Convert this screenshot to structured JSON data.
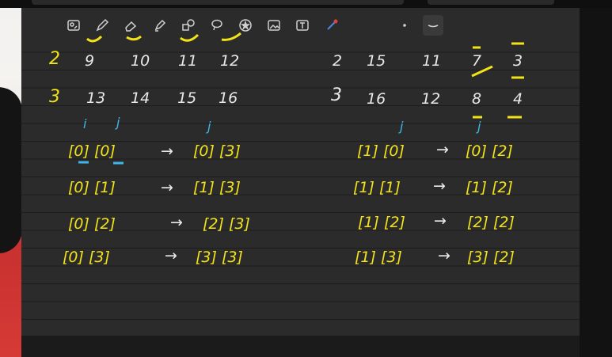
{
  "toolbar": {
    "tools": [
      {
        "name": "image-ocr-tool"
      },
      {
        "name": "pen-tool"
      },
      {
        "name": "eraser-tool"
      },
      {
        "name": "highlighter-tool"
      },
      {
        "name": "shapes-tool"
      },
      {
        "name": "lasso-tool"
      },
      {
        "name": "star-tool"
      },
      {
        "name": "image-tool"
      },
      {
        "name": "text-tool"
      },
      {
        "name": "laser-tool"
      },
      {
        "name": "dot-tool"
      },
      {
        "name": "stroke-tool"
      }
    ]
  },
  "notes": {
    "left_matrix": {
      "row2": {
        "label": "2",
        "values": [
          "9",
          "10",
          "11",
          "12"
        ]
      },
      "row3": {
        "label": "3",
        "values": [
          "13",
          "14",
          "15",
          "16"
        ]
      }
    },
    "right_matrix": {
      "row2": {
        "label": "2",
        "values": [
          "15",
          "11",
          "7",
          "3"
        ]
      },
      "row3": {
        "label": "3",
        "values": [
          "16",
          "12",
          "8",
          "4"
        ]
      }
    },
    "index_labels": {
      "left_i": "i",
      "left_j": "j",
      "left_j2": "j",
      "right_j": "j",
      "right_j2": "j"
    },
    "left_mappings": [
      {
        "from": "[0] [0]",
        "arrow": "→",
        "to": "[0] [3]"
      },
      {
        "from": "[0] [1]",
        "arrow": "→",
        "to": "[1] [3]"
      },
      {
        "from": "[0] [2]",
        "arrow": "→",
        "to": "[2] [3]"
      },
      {
        "from": "[0] [3]",
        "arrow": "→",
        "to": "[3] [3]"
      }
    ],
    "right_mappings": [
      {
        "from": "[1] [0]",
        "arrow": "→",
        "to": "[0] [2]"
      },
      {
        "from": "[1] [1]",
        "arrow": "→",
        "to": "[1] [2]"
      },
      {
        "from": "[1] [2]",
        "arrow": "→",
        "to": "[2] [2]"
      },
      {
        "from": "[1] [3]",
        "arrow": "→",
        "to": "[3] [2]"
      }
    ]
  },
  "colors": {
    "ink_yellow": "#f2e318",
    "ink_white": "#e9e9e9",
    "ink_blue": "#3db7ea",
    "paper": "#2b2b2b"
  }
}
